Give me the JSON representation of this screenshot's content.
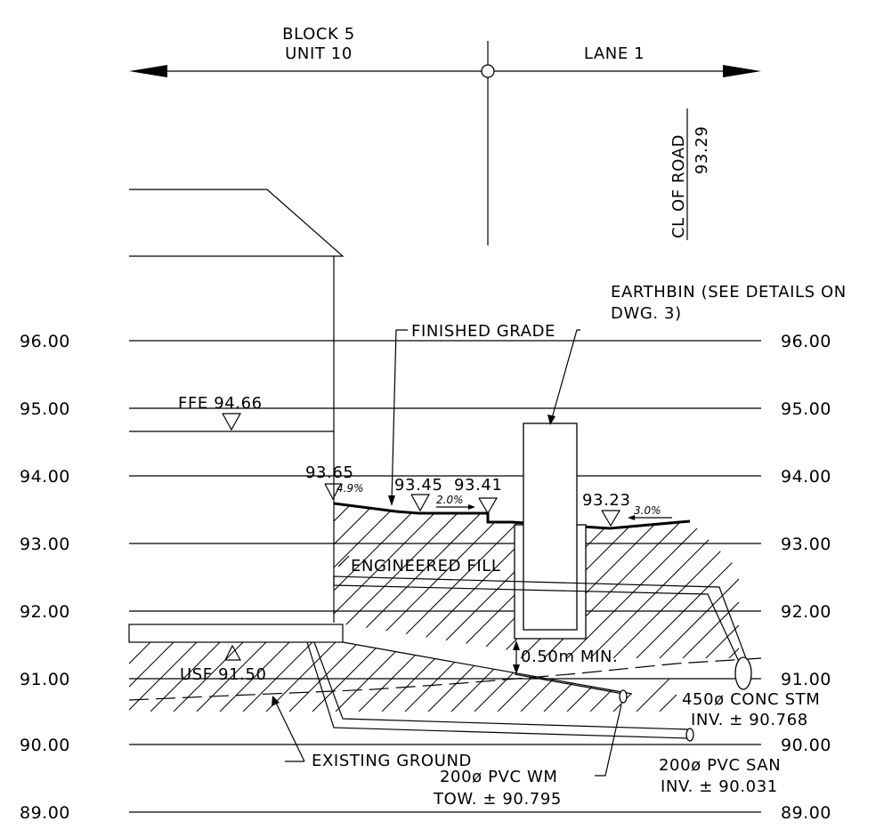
{
  "header": {
    "left_line1": "BLOCK 5",
    "left_line2": "UNIT 10",
    "right": "LANE 1",
    "centerline_label": "CL OF ROAD",
    "centerline_elev": "93.29"
  },
  "elevation_labels": [
    "96.00",
    "95.00",
    "94.00",
    "93.00",
    "92.00",
    "91.00",
    "90.00",
    "89.00"
  ],
  "grade_points": {
    "p1": "93.65",
    "p2": "93.45",
    "p3": "93.41",
    "p4": "93.23"
  },
  "slopes": {
    "s1": "4.9%",
    "s2": "2.0%",
    "s3": "3.0%"
  },
  "callouts": {
    "earthbin_line1": "EARTHBIN (SEE DETAILS ON",
    "earthbin_line2": "DWG. 3)",
    "finished_grade": "FINISHED GRADE",
    "ffe": "FFE 94.66",
    "usf": "USF 91.50",
    "engineered_fill": "ENGINEERED FILL",
    "min_depth": "0.50m MIN.",
    "existing_ground": "EXISTING GROUND",
    "wm_line1": "200ø PVC WM",
    "wm_line2": "TOW. ± 90.795",
    "stm_line1": "450ø CONC STM",
    "stm_line2": "INV. ± 90.768",
    "san_line1": "200ø PVC SAN",
    "san_line2": "INV. ± 90.031"
  }
}
